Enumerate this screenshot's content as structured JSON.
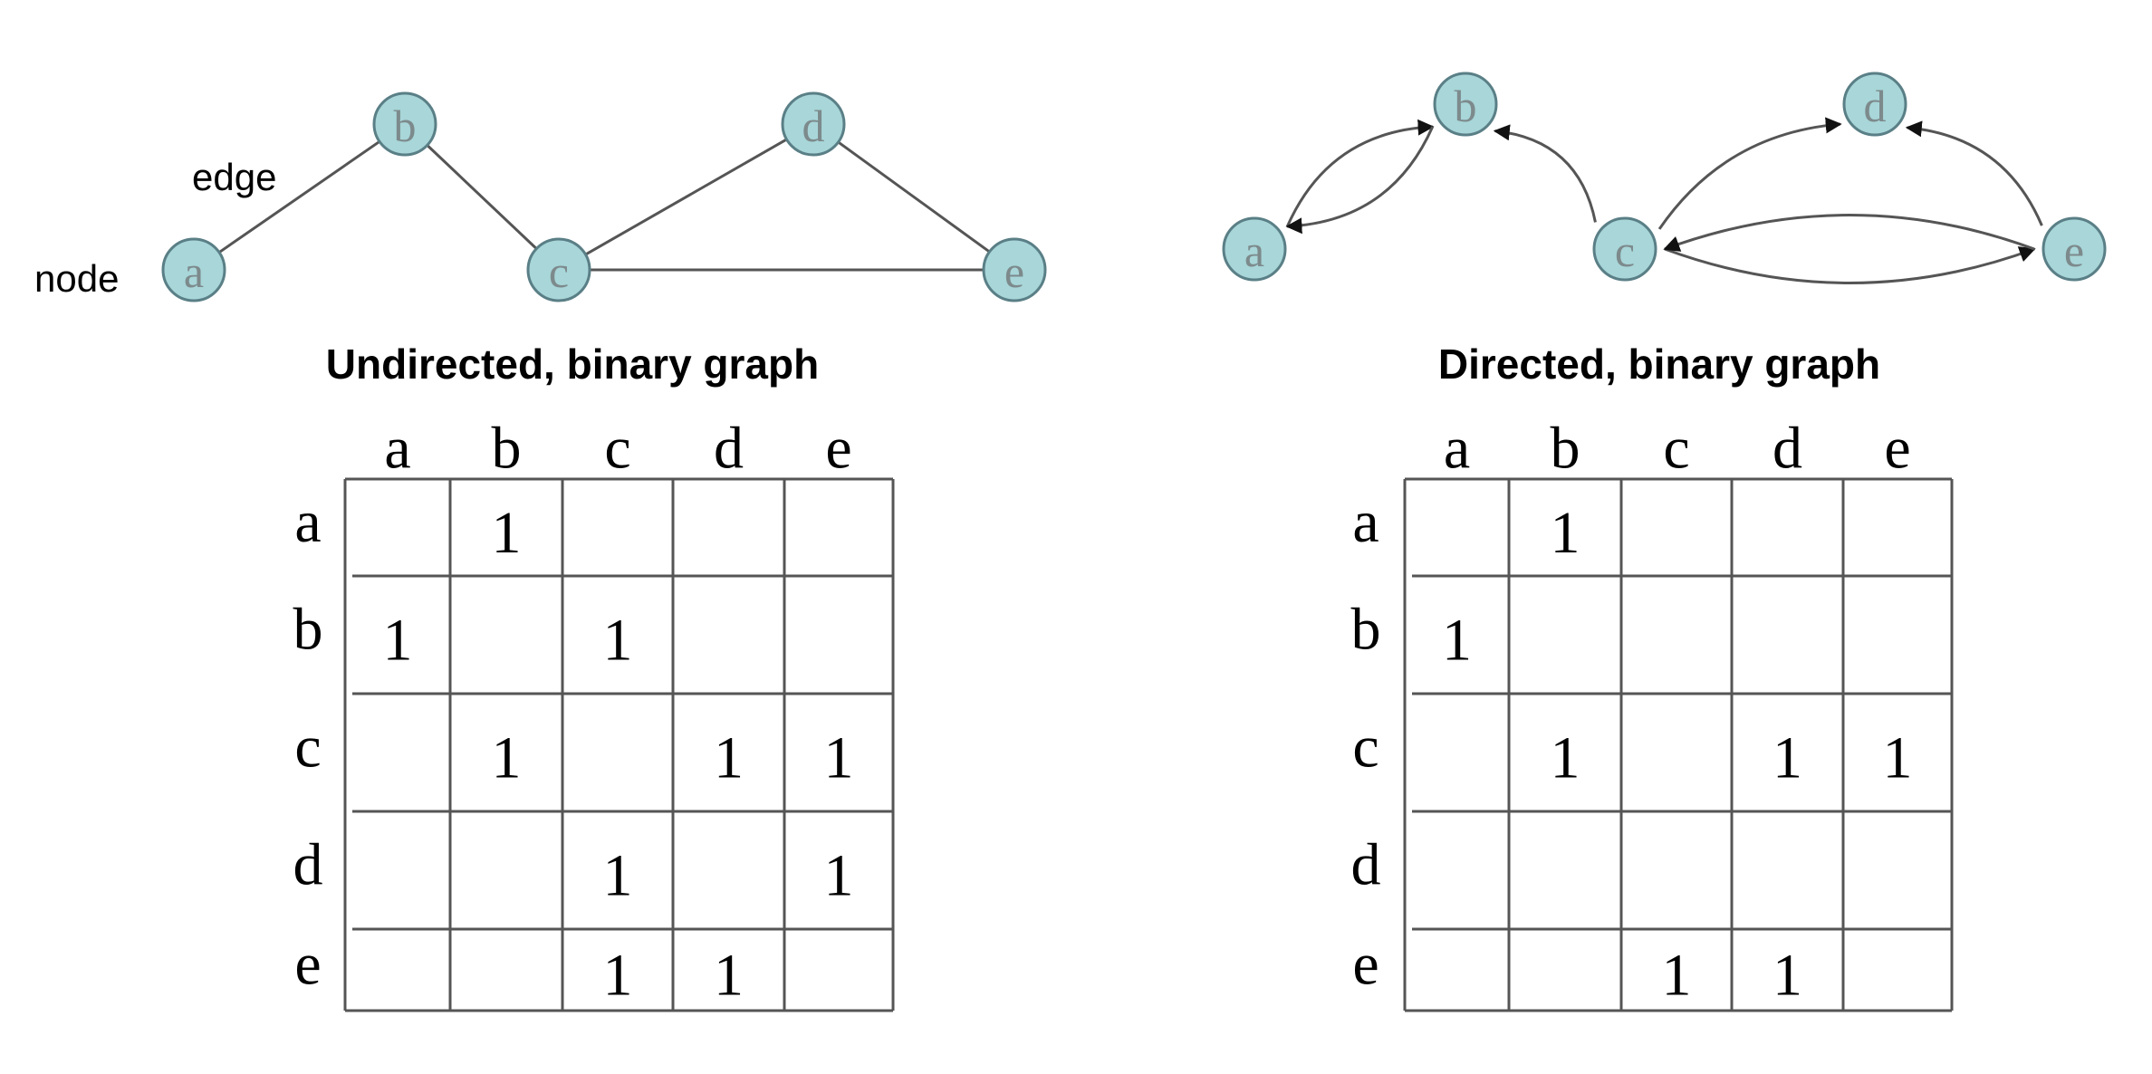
{
  "theme": {
    "node_fill": "#a8d6d9",
    "node_stroke": "#5a7f86",
    "node_text": "#7d8a8c",
    "edge_color": "#555555"
  },
  "undirected": {
    "caption": "Undirected, binary graph",
    "annotations": {
      "edge_label": "edge",
      "node_label": "node"
    },
    "nodes": [
      {
        "id": "a",
        "label": "a"
      },
      {
        "id": "b",
        "label": "b"
      },
      {
        "id": "c",
        "label": "c"
      },
      {
        "id": "d",
        "label": "d"
      },
      {
        "id": "e",
        "label": "e"
      }
    ],
    "edges": [
      {
        "from": "a",
        "to": "b"
      },
      {
        "from": "b",
        "to": "c"
      },
      {
        "from": "c",
        "to": "d"
      },
      {
        "from": "d",
        "to": "e"
      },
      {
        "from": "c",
        "to": "e"
      }
    ],
    "matrix": {
      "col_headers": [
        "a",
        "b",
        "c",
        "d",
        "e"
      ],
      "row_headers": [
        "a",
        "b",
        "c",
        "d",
        "e"
      ],
      "rows": [
        [
          "",
          "1",
          "",
          "",
          ""
        ],
        [
          "1",
          "",
          "1",
          "",
          ""
        ],
        [
          "",
          "1",
          "",
          "1",
          "1"
        ],
        [
          "",
          "",
          "1",
          "",
          "1"
        ],
        [
          "",
          "",
          "1",
          "1",
          ""
        ]
      ]
    }
  },
  "directed": {
    "caption": "Directed, binary graph",
    "nodes": [
      {
        "id": "a",
        "label": "a"
      },
      {
        "id": "b",
        "label": "b"
      },
      {
        "id": "c",
        "label": "c"
      },
      {
        "id": "d",
        "label": "d"
      },
      {
        "id": "e",
        "label": "e"
      }
    ],
    "edges": [
      {
        "from": "a",
        "to": "b"
      },
      {
        "from": "b",
        "to": "a"
      },
      {
        "from": "c",
        "to": "b"
      },
      {
        "from": "c",
        "to": "d"
      },
      {
        "from": "c",
        "to": "e"
      },
      {
        "from": "e",
        "to": "c"
      },
      {
        "from": "e",
        "to": "d"
      }
    ],
    "matrix": {
      "col_headers": [
        "a",
        "b",
        "c",
        "d",
        "e"
      ],
      "row_headers": [
        "a",
        "b",
        "c",
        "d",
        "e"
      ],
      "rows": [
        [
          "",
          "1",
          "",
          "",
          ""
        ],
        [
          "1",
          "",
          "",
          "",
          ""
        ],
        [
          "",
          "1",
          "",
          "1",
          "1"
        ],
        [
          "",
          "",
          "",
          "",
          ""
        ],
        [
          "",
          "",
          "1",
          "1",
          ""
        ]
      ]
    }
  }
}
